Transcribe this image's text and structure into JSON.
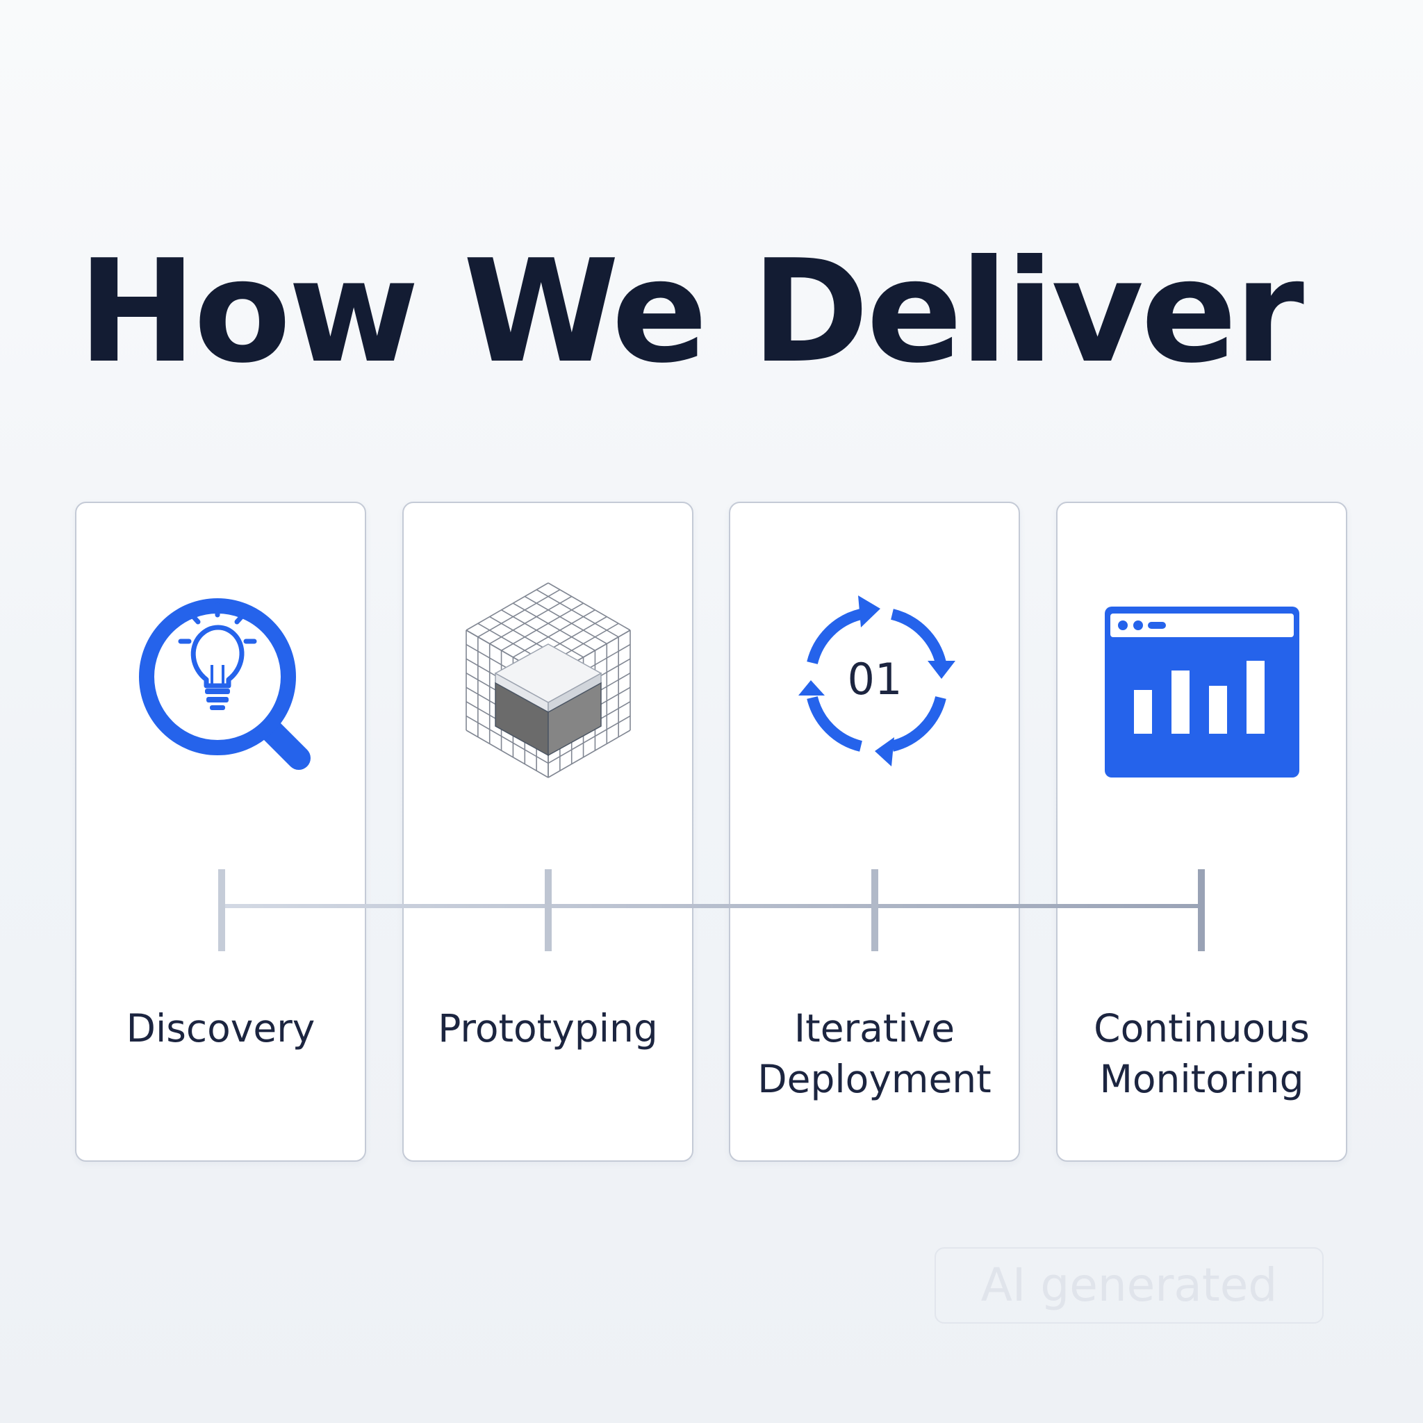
{
  "title": "How We Deliver",
  "accent_color": "#2563eb",
  "stages": [
    {
      "label": "Discovery",
      "icon": "magnifier-lightbulb-icon"
    },
    {
      "label": "Prototyping",
      "icon": "wireframe-cube-icon"
    },
    {
      "label": "Iterative\nDeployment",
      "icon": "cycle-arrows-icon",
      "icon_text": "01"
    },
    {
      "label": "Continuous\nMonitoring",
      "icon": "dashboard-chart-icon"
    }
  ],
  "timeline": {
    "ticks": 4
  },
  "watermark": "AI generated"
}
